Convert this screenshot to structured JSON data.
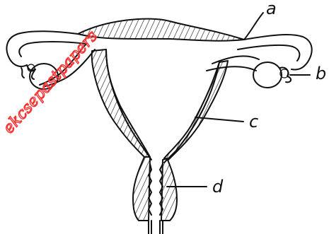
{
  "diagram": {
    "labels": {
      "a": "a",
      "b": "b",
      "c": "c",
      "d": "d"
    },
    "watermark": "ekcsepastpapers"
  },
  "colors": {
    "ink": "#111111",
    "watermark": "#ff3030",
    "background": "#ffffff"
  }
}
